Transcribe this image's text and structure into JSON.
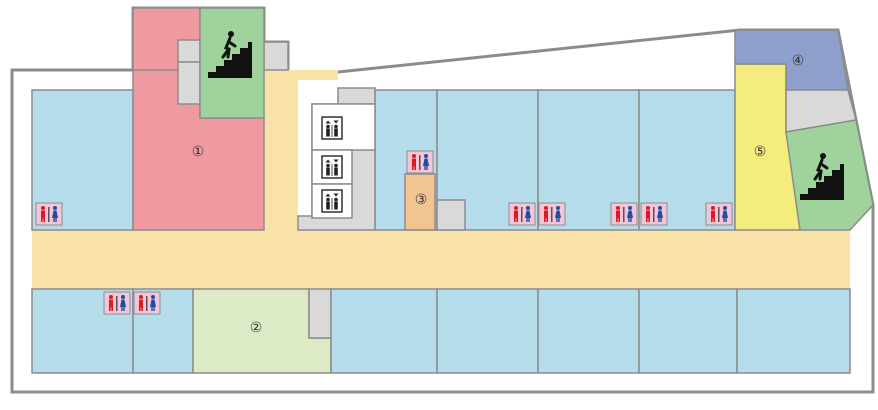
{
  "map": {
    "colors": {
      "wall": "#8c8c8c",
      "room": "#b5dcea",
      "corridor": "#f9e2a8",
      "service": "#d9d9d9",
      "area1": "#ef9aa0",
      "area2": "#dcebc6",
      "area3": "#f2c48f",
      "area4": "#8f9fcc",
      "area5": "#f4ec7c",
      "stairs_bg": "#9fd39b",
      "restroom_bg": "#f2c6d8",
      "male": "#d91c24",
      "female": "#1f4fa3",
      "elevator_bg": "#ffffff"
    },
    "numbered_areas": [
      {
        "id": "area-1",
        "label": "①"
      },
      {
        "id": "area-2",
        "label": "②"
      },
      {
        "id": "area-3",
        "label": "③"
      },
      {
        "id": "area-4",
        "label": "④"
      },
      {
        "id": "area-5",
        "label": "⑤"
      }
    ],
    "icons": {
      "stairs": "stairs-icon",
      "elevator": "elevator-icon",
      "restroom": "restroom-icon"
    }
  }
}
